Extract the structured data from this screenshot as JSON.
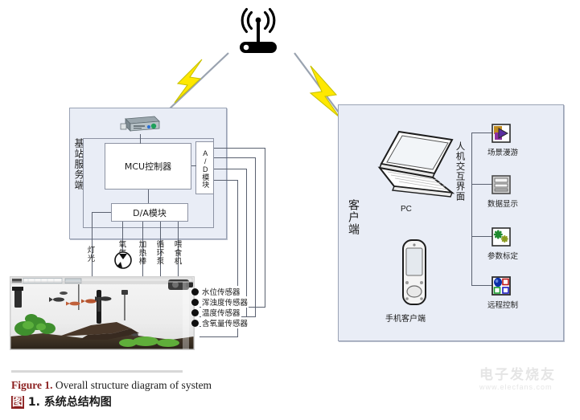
{
  "figure": {
    "caption_en_bold": "Figure 1.",
    "caption_en_rest": " Overall structure diagram of system",
    "caption_zh_tag": "图",
    "caption_zh_rest": " 1. 系统总结构图"
  },
  "watermark": {
    "chinese": "电子发烧友",
    "url": "www.elecfans.com"
  },
  "network": {
    "router_icon": "wireless-router-icon",
    "link_left_icon": "lightning-bolt-icon",
    "link_right_icon": "lightning-bolt-icon"
  },
  "server_side": {
    "panel_label": "基站服务端",
    "device_icon": "server-device-icon",
    "mcu": "MCU控制器",
    "ad_module": "A/D模块",
    "da_module": "D/A模块",
    "actuators": [
      {
        "label": "灯光",
        "icon": "light-icon"
      },
      {
        "label": "氧气泵",
        "icon": "oxygen-pump-icon"
      },
      {
        "label": "加热棒",
        "icon": "heater-rod-icon"
      },
      {
        "label": "循环泵",
        "icon": "circulation-pump-icon"
      },
      {
        "label": "喂食机",
        "icon": "feeder-machine-icon"
      }
    ],
    "sensors": [
      "水位传感器",
      "浑浊度传感器",
      "温度传感器",
      "含氧量传感器"
    ],
    "aquarium_icon": "aquarium-tank-photo"
  },
  "client_side": {
    "panel_label": "客户端",
    "pc_label": "PC",
    "pc_icon": "laptop-icon",
    "mobile_label": "手机客户端",
    "mobile_icon": "smartphone-icon",
    "interface_label": "人机交互界面",
    "features": [
      {
        "label": "场景漫游",
        "icon": "media-player-icon"
      },
      {
        "label": "数据显示",
        "icon": "data-list-icon"
      },
      {
        "label": "参数标定",
        "icon": "calibration-asterisk-icon"
      },
      {
        "label": "远程控制",
        "icon": "remote-control-icon"
      }
    ]
  },
  "colors": {
    "panel_fill": "#e9edf6",
    "panel_border": "#9aa3b5",
    "wire": "#5a6170",
    "bolt": "#ffe800",
    "caption_accent": "#8b1f1f"
  }
}
